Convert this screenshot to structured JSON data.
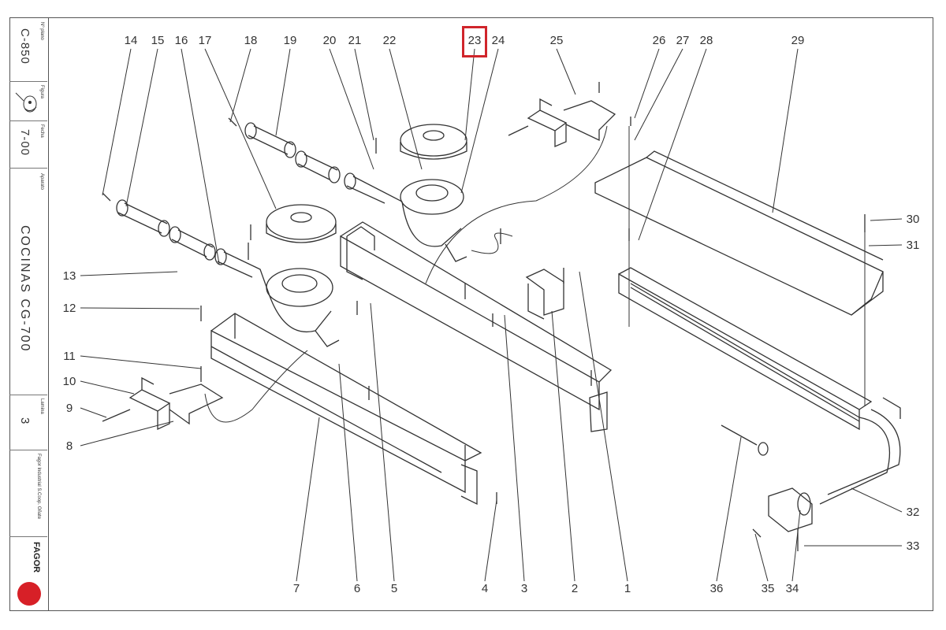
{
  "title_block": {
    "model_caption": "Nº plano",
    "model": "C-850",
    "figure_caption": "Figura",
    "date_caption": "Fecha",
    "date": "7-00",
    "product_caption": "Aparato",
    "product": "COCINAS CG-700",
    "sheet_caption": "Lamina",
    "sheet": "3",
    "company": "Fagor Industrial S.Coop. Oñate",
    "brand": "FAGOR"
  },
  "callouts": {
    "top": [
      "14",
      "15",
      "16",
      "17",
      "18",
      "19",
      "20",
      "21",
      "22",
      "23",
      "24",
      "25",
      "26",
      "27",
      "28",
      "29"
    ],
    "left": [
      "13",
      "12",
      "11",
      "10",
      "9",
      "8"
    ],
    "right": [
      "30",
      "31",
      "32",
      "33"
    ],
    "bottom": [
      "7",
      "6",
      "5",
      "4",
      "3",
      "2",
      "1",
      "36",
      "35",
      "34"
    ]
  },
  "highlighted_part": "23",
  "colors": {
    "highlight": "#d0252b",
    "brand": "#d72027",
    "line": "#333333"
  }
}
